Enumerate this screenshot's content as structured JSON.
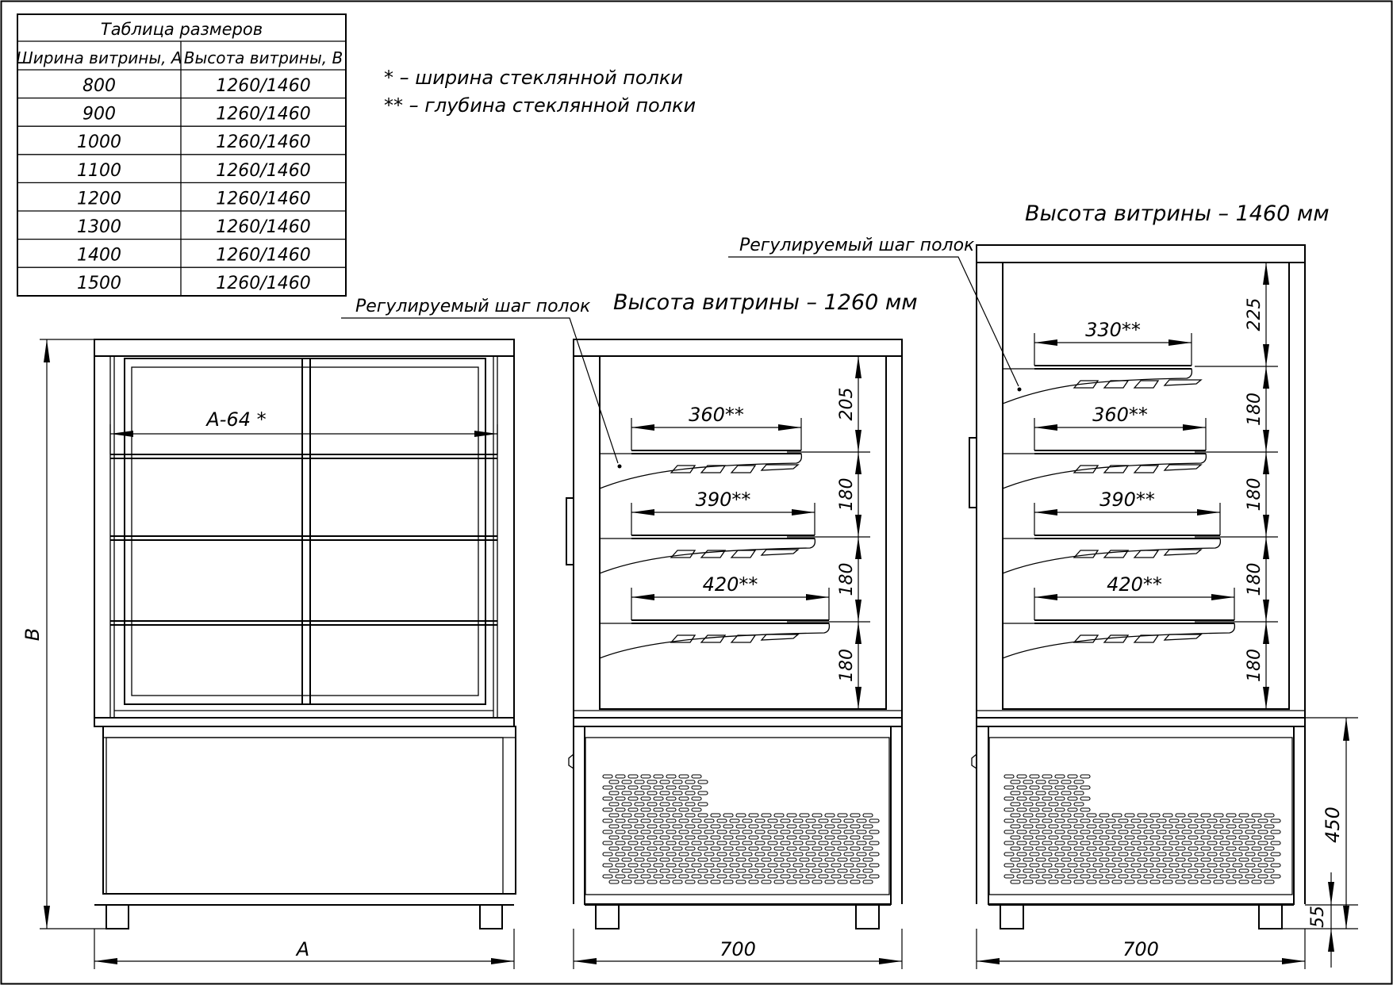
{
  "size_table": {
    "title": "Таблица размеров",
    "headers": [
      "Ширина витрины, А",
      "Высота витрины, В"
    ],
    "rows": [
      [
        "800",
        "1260/1460"
      ],
      [
        "900",
        "1260/1460"
      ],
      [
        "1000",
        "1260/1460"
      ],
      [
        "1100",
        "1260/1460"
      ],
      [
        "1200",
        "1260/1460"
      ],
      [
        "1300",
        "1260/1460"
      ],
      [
        "1400",
        "1260/1460"
      ],
      [
        "1500",
        "1260/1460"
      ]
    ]
  },
  "notes": {
    "star1": "* – ширина стеклянной полки",
    "star2": "** – глубина стеклянной полки"
  },
  "front_view": {
    "shelf_width_label": "А-64 *",
    "width_label": "А",
    "height_label": "В"
  },
  "side_1260": {
    "title": "Высота витрины – 1260 мм",
    "callout": "Регулируемый шаг полок",
    "shelf_depths": [
      "360**",
      "390**",
      "420**"
    ],
    "shelf_steps": [
      "205",
      "180",
      "180",
      "180"
    ],
    "depth_label": "700"
  },
  "side_1460": {
    "title": "Высота витрины – 1460 мм",
    "callout": "Регулируемый шаг полок",
    "shelf_depths": [
      "330**",
      "360**",
      "390**",
      "420**"
    ],
    "shelf_steps": [
      "225",
      "180",
      "180",
      "180",
      "180"
    ],
    "depth_label": "700",
    "base_height_label": "450",
    "leg_height_label": "55"
  }
}
